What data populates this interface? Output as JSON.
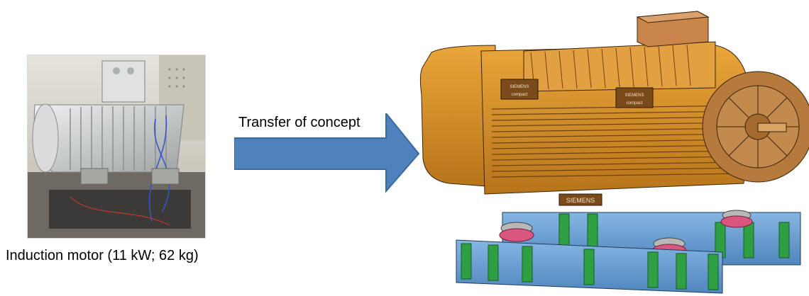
{
  "left_figure": {
    "caption": "Induction motor (11 kW; 62 kg)"
  },
  "arrow": {
    "label": "Transfer of concept"
  },
  "right_figure": {
    "brand_badges": [
      "SIEMENS",
      "SIEMENS"
    ],
    "model_badges": [
      "compact",
      "compact"
    ],
    "base_brand": "SIEMENS"
  },
  "colors": {
    "arrow_fill": "#4f81bd",
    "arrow_stroke": "#3a6a9e",
    "motor_body": "#d9901e",
    "frame_blue": "#6fa3d6",
    "frame_green": "#2ea043",
    "isolator_pink": "#d9577f"
  }
}
